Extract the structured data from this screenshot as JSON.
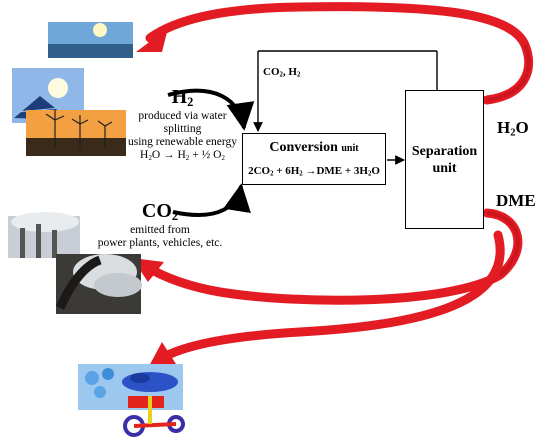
{
  "h2": {
    "symbol": "H",
    "subscript": "2",
    "desc_line1": "produced via water splitting",
    "desc_line2": "using renewable energy",
    "reaction": {
      "a": "H",
      "a_sub": "2",
      "b": "O → H",
      "b_sub": "2",
      "c": " + ½ O",
      "c_sub": "2"
    }
  },
  "co2": {
    "symbol": "CO",
    "subscript": "2",
    "desc_line1": "emitted from",
    "desc_line2": "power plants, vehicles, etc."
  },
  "conversion": {
    "title": "Conversion",
    "title_suffix": "unit",
    "eq": {
      "p1": "2CO",
      "s1": "2",
      "p2": " + 6H",
      "s2": "2",
      "p3": " →DME + 3H",
      "s3": "2",
      "p4": "O"
    }
  },
  "separation": {
    "line1": "Separation",
    "line2": "unit"
  },
  "recycle": {
    "p1": "CO",
    "s1": "2",
    "p2": ", H",
    "s2": "2"
  },
  "outputs": {
    "water": {
      "p1": "H",
      "s1": "2",
      "p2": "O"
    },
    "dme": "DME"
  },
  "colors": {
    "arrow_red": "#e31b23",
    "arrow_dark": "#b0101a",
    "line": "#000000"
  },
  "icons": {
    "renewable": "solar-wind-photo-icon",
    "emissions": "smokestack-exhaust-photo-icon",
    "products": "plastic-products-photo-icon"
  }
}
